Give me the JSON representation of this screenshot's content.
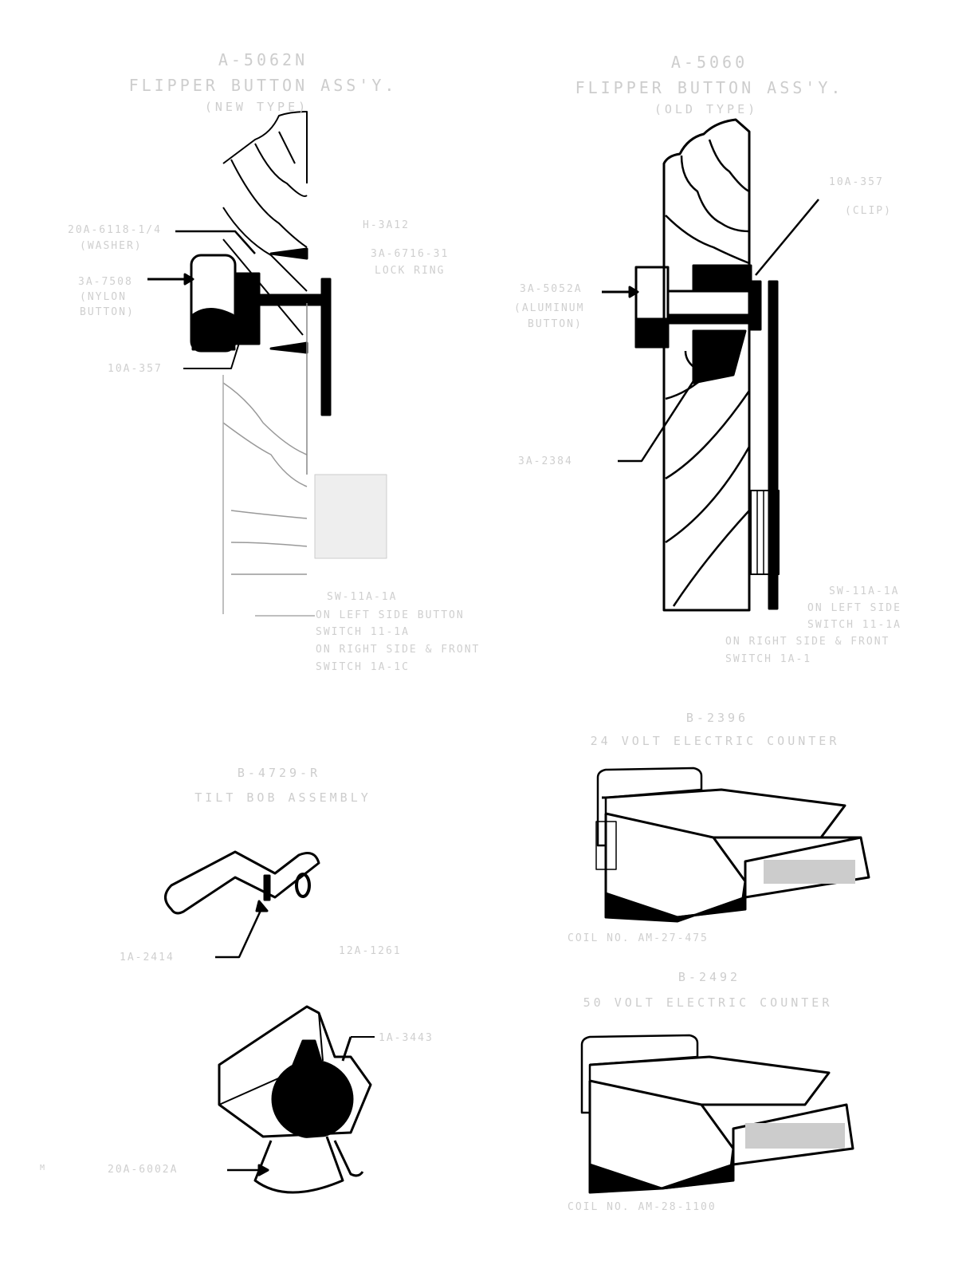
{
  "new_flipper": {
    "part": "A-5062N",
    "title": "FLIPPER BUTTON ASS'Y.",
    "type": "(NEW TYPE)",
    "labels": {
      "washer_part": "20A-6118-1/4",
      "washer_name": "(WASHER)",
      "button_part": "3A-7508",
      "button_name1": "(NYLON",
      "button_name2": "BUTTON)",
      "clip": "10A-357",
      "screw": "H-3A12",
      "ring_part": "3A-6716-31",
      "ring_name": "LOCK RING",
      "switch": [
        "SW-11A-1A",
        "ON LEFT SIDE BUTTON",
        "SWITCH 11-1A",
        "ON RIGHT SIDE & FRONT",
        "SWITCH 1A-1C"
      ]
    }
  },
  "old_flipper": {
    "part": "A-5060",
    "title": "FLIPPER BUTTON ASS'Y.",
    "type": "(OLD TYPE)",
    "labels": {
      "clip_part": "10A-357",
      "clip_name": "(CLIP)",
      "button_part": "3A-5052A",
      "button_name1": "(ALUMINUM",
      "button_name2": "BUTTON)",
      "bushing": "3A-2384",
      "switch": [
        "SW-11A-1A",
        "ON LEFT SIDE",
        "SWITCH 11-1A",
        "ON RIGHT SIDE & FRONT",
        "SWITCH 1A-1"
      ]
    }
  },
  "tilt_bob": {
    "part": "B-4729-R",
    "title": "TILT BOB ASSEMBLY",
    "labels": {
      "bracket": "1A-2414",
      "wire": "12A-1261",
      "plate": "1A-3443",
      "bob": "20A-6002A"
    }
  },
  "counter_24": {
    "part": "B-2396",
    "title": "24 VOLT  ELECTRIC COUNTER",
    "coil": "COIL NO. AM-27-475"
  },
  "counter_50": {
    "part": "B-2492",
    "title": "50 VOLT  ELECTRIC COUNTER",
    "coil": "COIL NO. AM-28-1100"
  },
  "page_number": "M"
}
